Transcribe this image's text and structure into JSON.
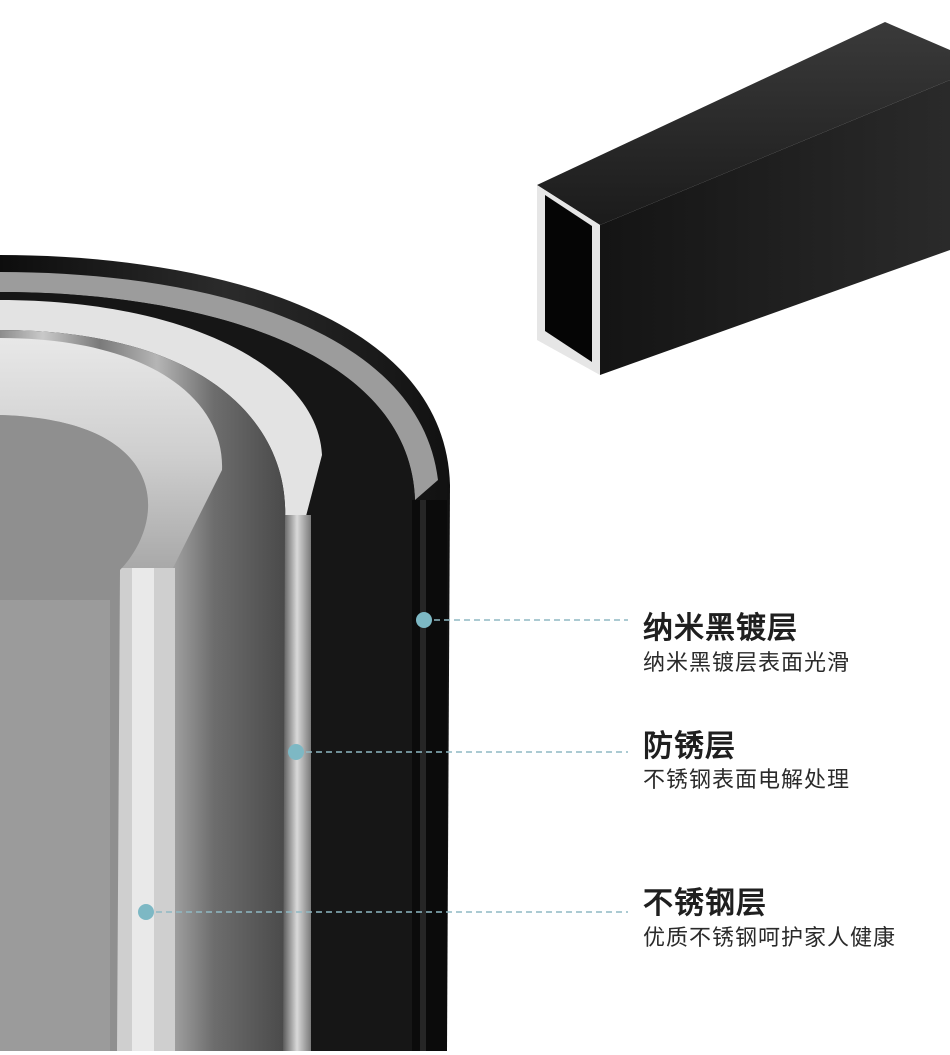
{
  "layers": [
    {
      "title": "纳米黑镀层",
      "subtitle": "纳米黑镀层表面光滑"
    },
    {
      "title": "防锈层",
      "subtitle": "不锈钢表面电解处理"
    },
    {
      "title": "不锈钢层",
      "subtitle": "优质不锈钢呵护家人健康"
    }
  ],
  "colors": {
    "marker": "#7db8c4",
    "leader_line": "#8fb9c4",
    "coating": "#111111",
    "steel": "#9a9a9a"
  }
}
